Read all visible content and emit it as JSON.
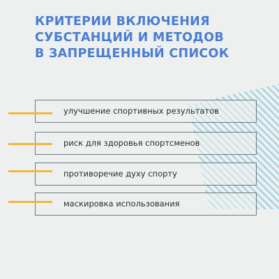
{
  "title_lines": [
    "КРИТЕРИИ ВКЛЮЧЕНИЯ",
    "СУБСТАНЦИЙ И МЕТОДОВ",
    "В ЗАПРЕЩЕННЫЙ СПИСОК"
  ],
  "items": [
    "улучшение спортивных результатов",
    "риск для здоровья спортсменов",
    "противоречие духу спорту",
    "маскировка использования"
  ],
  "colors": {
    "title": "#4a7ecf",
    "marker": "#f0b73a",
    "hatch": "#7fc3d9",
    "border": "#6b7b80",
    "background": "#eef0ef"
  }
}
